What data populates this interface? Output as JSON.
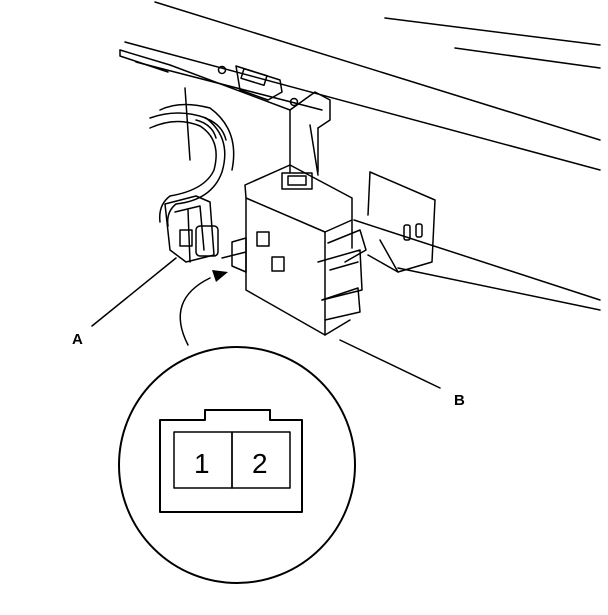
{
  "callouts": {
    "a": "A",
    "b": "B"
  },
  "connector_view": {
    "pins": [
      "1",
      "2"
    ]
  },
  "colors": {
    "line": "#000000",
    "background": "#ffffff"
  }
}
